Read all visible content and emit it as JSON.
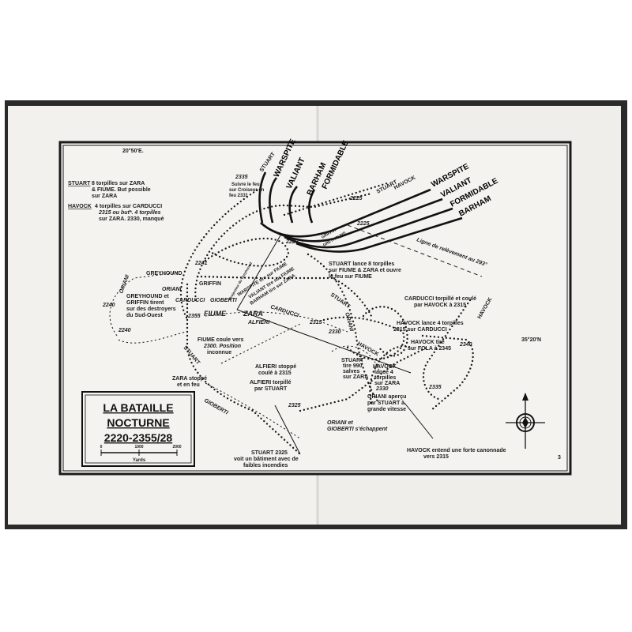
{
  "map": {
    "longitude_label": "20°50'E.",
    "latitude_label": "35°20'N",
    "page_number": "3",
    "notes": {
      "stuart_name": "STUART",
      "stuart_line1": "8 torpilles sur ZARA",
      "stuart_line2": "& FIUME. But possible",
      "stuart_line3": "sur ZARA",
      "havock_name": "HAVOCK",
      "havock_line1": "4 torpilles sur CARDUCCI",
      "havock_line2": "2315 ou but*. 4 torpilles",
      "havock_line3": "sur ZARA. 2330, manqué"
    },
    "title_box": {
      "line1": "LA BATAILLE",
      "line2": "NOCTURNE",
      "line3": "2220-2355/28",
      "scale_ticks": [
        "0",
        "1000",
        "2000"
      ],
      "scale_unit": "Yards"
    },
    "ships": {
      "warspite": "WARSPITE",
      "valiant": "VALIANT",
      "barham": "BARHAM",
      "formidable": "FORMIDABLE",
      "stuart": "STUART",
      "havock": "HAVOCK",
      "greyhound": "GREYHOUND",
      "griffin": "GRIFFIN",
      "oriani": "ORIANI",
      "carducci": "CARDUCCI",
      "gioberti": "GIOBERTI",
      "fiume": "FIUME",
      "zara": "ZARA",
      "alfieri": "ALFIERI"
    },
    "times": {
      "t2225a": "2225",
      "t2225b": "2225",
      "t2229": "2229",
      "t2335a": "2335",
      "t2241": "2241",
      "t2240a": "2240",
      "t2240b": "2240",
      "t2355": "2355",
      "t2315": "2315",
      "t2330": "2330",
      "t2340": "2340",
      "t2325": "2325",
      "t2335b": "2335"
    },
    "annotations": {
      "suivre_feu_1": "Suivre le feu",
      "suivre_feu_2": "sur Croiseur en",
      "suivre_feu_3": "feu 2331",
      "ligne": "Ligne de relèvement au 293°",
      "stuart_lance_1": "STUART lance 8 torpilles",
      "stuart_lance_2": "sur FIUME & ZARA et ouvre",
      "stuart_lance_3": "le feu sur FIUME",
      "projecteur": "Projecteur du Greyhound",
      "warspite_tire": "WARSPITE tire sur FIUME",
      "valiant_tire": "VALIANT tire sur FIUME",
      "barham_tire": "BARHAM tire sur ZARA",
      "gg_tirent_1": "GREYHOUND et",
      "gg_tirent_2": "GRIFFIN tirent",
      "gg_tirent_3": "sur des destroyers",
      "gg_tirent_4": "du Sud-Ouest",
      "fiume_coule_1": "FIUME coule vers",
      "fiume_coule_2": "2300. Position",
      "fiume_coule_3": "inconnue",
      "zara_stoppe_1": "ZARA stoppé",
      "zara_stoppe_2": "et en feu",
      "alfieri_stoppe_1": "ALFIERI stoppé",
      "alfieri_stoppe_2": "coulé à 2315",
      "alfieri_torp_1": "ALFIERI torpillé",
      "alfieri_torp_2": "par STUART",
      "stuart_voit_1": "STUART 2325",
      "stuart_voit_2": "voit un bâtiment avec de",
      "stuart_voit_3": "faibles incendies",
      "carducci_torp_1": "CARDUCCI torpillé et coulé",
      "carducci_torp_2": "par HAVOCK à 2315",
      "havock_lance_carducci_1": "HAVOCK lance 4 torpilles",
      "havock_lance_carducci_2": "2315 sur CARDUCCI",
      "havock_tire_1": "HAVOCK tire",
      "havock_tire_2": "sur FOLA à 2345",
      "stuart_tire_1": "STUART",
      "stuart_tire_2": "tire 990",
      "stuart_tire_3": "salves",
      "stuart_tire_4": "sur ZARA",
      "havock_zara_1": "HAVOCK",
      "havock_zara_2": "lance 4",
      "havock_zara_3": "torpilles",
      "havock_zara_4": "sur ZARA",
      "havock_zara_5": "2330",
      "oriani_apercu_1": "ORIANI aperçu",
      "oriani_apercu_2": "par STUART à",
      "oriani_apercu_3": "grande vitesse",
      "echappent_1": "ORIANI et",
      "echappent_2": "GIOBERTI s'échappent",
      "canonnade_1": "HAVOCK entend une forte canonnade",
      "canonnade_2": "vers 2315"
    }
  }
}
